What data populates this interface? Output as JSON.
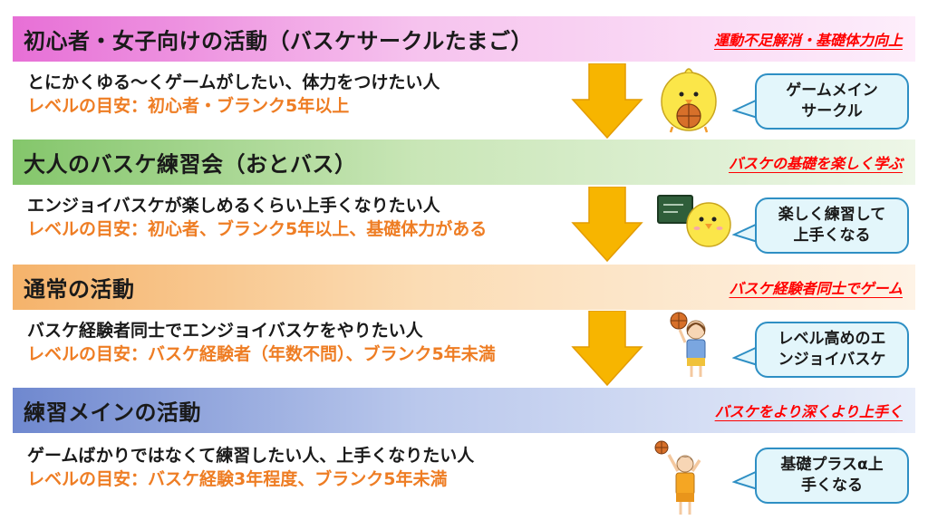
{
  "sections": [
    {
      "title": "初心者・女子向けの活動（バスケサークルたまご）",
      "tag": "運動不足解消・基礎体力向上",
      "desc": "とにかくゆる～くゲームがしたい、体力をつけたい人",
      "level": "レベルの目安：初心者・ブランク5年以上",
      "bubble": [
        "ゲームメイン",
        "サークル"
      ]
    },
    {
      "title": "大人のバスケ練習会（おとバス）",
      "tag": "バスケの基礎を楽しく学ぶ",
      "desc": "エンジョイバスケが楽しめるくらい上手くなりたい人",
      "level": "レベルの目安：初心者、ブランク5年以上、基礎体力がある",
      "bubble": [
        "楽しく練習して",
        "上手くなる"
      ]
    },
    {
      "title": "通常の活動",
      "tag": "バスケ経験者同士でゲーム",
      "desc": "バスケ経験者同士でエンジョイバスケをやりたい人",
      "level": "レベルの目安：バスケ経験者（年数不問）、ブランク5年未満",
      "bubble": [
        "レベル高めのエ",
        "ンジョイバスケ"
      ]
    },
    {
      "title": "練習メインの活動",
      "tag": "バスケをより深くより上手く",
      "desc": "ゲームばかりではなくて練習したい人、上手くなりたい人",
      "level": "レベルの目安：バスケ経験3年程度、ブランク5年未満",
      "bubble": [
        "基礎プラスα上",
        "手くなる"
      ]
    }
  ],
  "colors": {
    "band1": "#e76fd6",
    "band2": "#84c66b",
    "band3": "#f5b36b",
    "band4": "#6f88cf",
    "tag": "#ff0000",
    "level_text": "#ee7d24",
    "arrow": "#f7b500",
    "bubble_border": "#2e8fc4",
    "bubble_fill": "#e3f6fb"
  },
  "icons": [
    "chick-with-basketball-icon",
    "chick-with-chalkboard-icon",
    "girl-spinning-basketball-icon",
    "boy-shooting-basketball-icon",
    "down-arrow-icon"
  ]
}
